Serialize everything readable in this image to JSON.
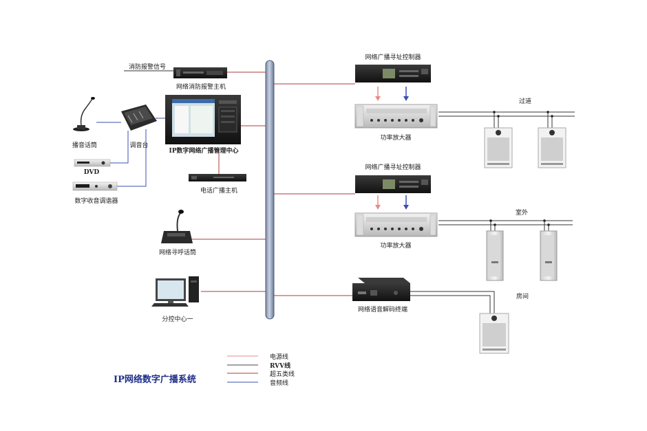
{
  "title": "IP网络数字广播系统",
  "colors": {
    "power_line": "#e88a8a",
    "rvv_line": "#444444",
    "cat5e_line": "#b23a3a",
    "audio_line": "#3b4fb0",
    "backbone_fill": "#a9b7cf",
    "title": "#1f2f8a"
  },
  "labels": {
    "fire_signal": "消防报警信号",
    "fire_host": "网络消防报警主机",
    "mgmt_center": "IP数字网络广播管理中心",
    "mic": "播音话筒",
    "mixer": "调音台",
    "dvd": "DVD",
    "tuner": "数字收音调谐器",
    "phone_host": "电话广播主机",
    "paging_mic": "网络寻呼话筒",
    "sub_center": "分控中心一",
    "controller_1": "网络广播寻址控制器",
    "amp_1": "功率放大器",
    "zone_corridor": "过道",
    "controller_2": "网络广播寻址控制器",
    "amp_2": "功率放大器",
    "zone_outdoor": "室外",
    "decoder": "网络语音解码终端",
    "zone_room": "房间"
  },
  "legend": [
    {
      "label": "电源线",
      "color": "#e88a8a"
    },
    {
      "label": "RVV线",
      "color": "#444444"
    },
    {
      "label": "超五类线",
      "color": "#b23a3a"
    },
    {
      "label": "音频线",
      "color": "#3b4fb0"
    }
  ]
}
